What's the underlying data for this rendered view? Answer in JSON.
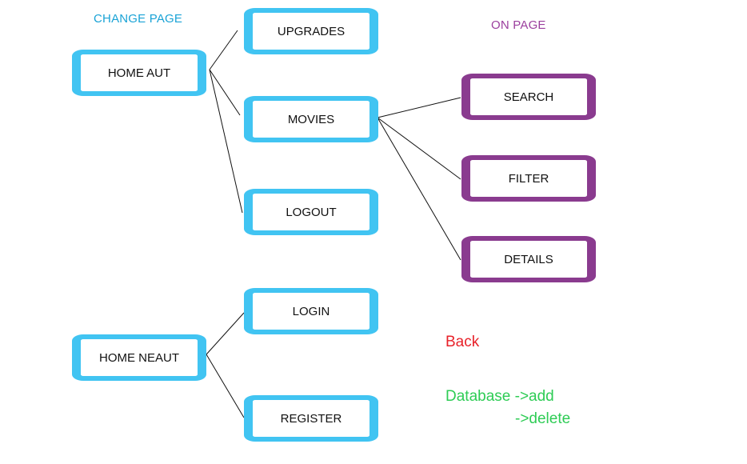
{
  "legend": {
    "change_page": "CHANGE PAGE",
    "on_page": "ON PAGE"
  },
  "nodes": {
    "home_aut": "HOME AUT",
    "upgrades": "UPGRADES",
    "movies": "MOVIES",
    "logout": "LOGOUT",
    "search": "SEARCH",
    "filter": "FILTER",
    "details": "DETAILS",
    "login": "LOGIN",
    "home_neaut": "HOME NEAUT",
    "register": "REGISTER"
  },
  "notes": {
    "back": "Back",
    "database_add": "Database ->add",
    "database_delete": "->delete"
  },
  "colors": {
    "change_page": "#41c4f2",
    "on_page": "#8a3b8f",
    "back": "#e8222a",
    "database": "#2ecc55"
  }
}
